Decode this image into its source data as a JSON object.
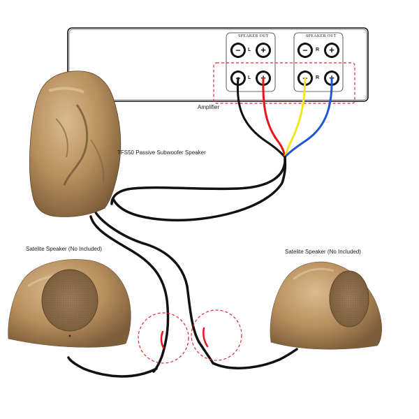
{
  "labels": {
    "amplifier": "Amplifier",
    "subwoofer": "TFS50 Passive Subwoofer Speaker",
    "satellite_left": "Satelite Speaker (No Included)",
    "satellite_right": "Satelite Speaker (No Included)"
  },
  "terminals": {
    "left_group": {
      "title": "SPEAKER OUT",
      "channel": "L",
      "pos_symbol": "+",
      "neg_symbol": "−"
    },
    "right_group": {
      "title": "SPEAKER OUT",
      "channel": "R",
      "pos_symbol": "+",
      "neg_symbol": "−"
    }
  },
  "colors": {
    "wire_black": "#111111",
    "wire_red": "#e8141c",
    "wire_yellow": "#f6e51d",
    "wire_blue": "#1f56d8",
    "highlight_dash": "#e0282f",
    "rock_base": "#b88f5e",
    "rock_dark": "#8a6a43",
    "rock_light": "#d2b48a"
  }
}
